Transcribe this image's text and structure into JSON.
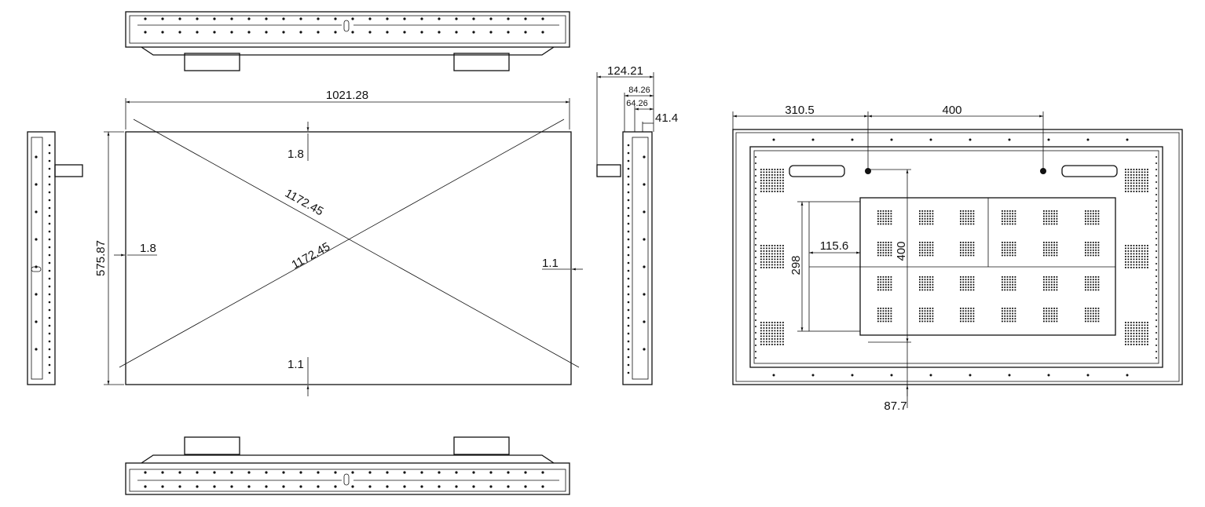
{
  "drawing": {
    "front_view": {
      "width": "1021.28",
      "height": "575.87",
      "diagonal_1": "1172.45",
      "diagonal_2": "1172.45",
      "bezel_top": "1.8",
      "bezel_left": "1.8",
      "bezel_right": "1.1",
      "bezel_bottom": "1.1"
    },
    "side_view": {
      "depth_total": "124.21",
      "depth_2": "84.26",
      "depth_3": "64.26",
      "depth_panel": "41.4"
    },
    "back_view": {
      "offset_left": "310.5",
      "vesa_horizontal": "400",
      "vesa_vertical": "400",
      "box_height": "298",
      "box_width": "115.6",
      "offset_bottom": "87.7"
    }
  },
  "colors": {
    "line": "#111111",
    "background": "#ffffff"
  }
}
